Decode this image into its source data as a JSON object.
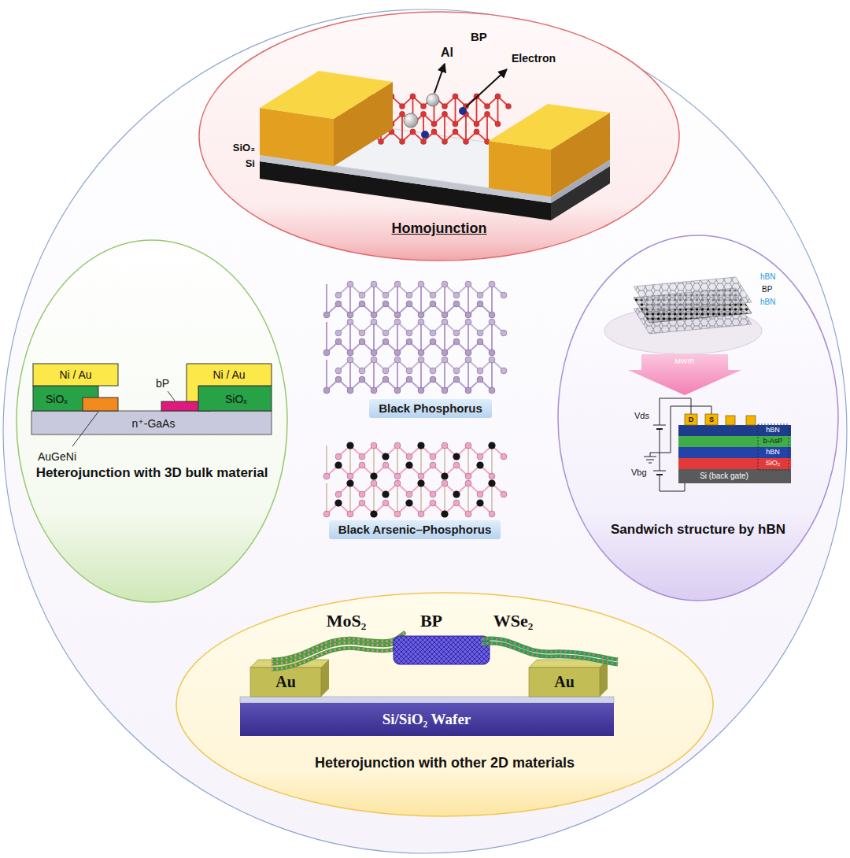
{
  "diagram": {
    "nodes": [
      {
        "text": [
          "Homojunction"
        ]
      },
      {
        "text": [
          "Heterojunction with 3D bulk material"
        ]
      },
      {
        "text": [
          "Black Phosphorus"
        ]
      },
      {
        "text": [
          "Black Arsenic–Phosphorus"
        ]
      },
      {
        "text": [
          "Sandwich structure by hBN"
        ]
      },
      {
        "text": [
          "Heterojunction with other 2D materials"
        ]
      }
    ],
    "labels": [
      "Al",
      "BP",
      "Electron",
      "SiO₂",
      "Si",
      "Ni / Au",
      "Ni / Au",
      "SiOₓ",
      "bP",
      "SiOₓ",
      "n⁺-GaAs",
      "AuGeNi",
      "hBN",
      "BP",
      "hBN",
      "MWIR",
      "Vds",
      "D",
      "S",
      "hBN",
      "b-AsP",
      "hBN",
      "SiO₂",
      "Si (back gate)",
      "Vbg",
      "MoS₂",
      "BP",
      "WSe₂",
      "Au",
      "Au",
      "Si/SiO₂ Wafer"
    ]
  }
}
